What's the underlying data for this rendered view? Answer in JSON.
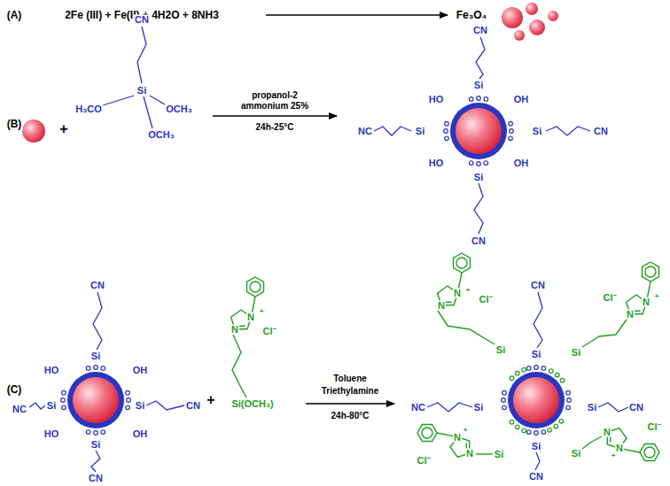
{
  "diagram": {
    "labels": [
      "(A)",
      "2Fe (III) + Fe(II) + 4H2O + 8NH3",
      "Fe₃O₄",
      "(B)",
      "+",
      "CN",
      "Si",
      "H₃CO",
      "OCH₃",
      "OCH₃",
      "propanol-2",
      "ammonium 25%",
      "24h-25°C",
      "CN",
      "Si",
      "HO",
      "OH",
      "NC",
      "Si",
      "Si",
      "CN",
      "HO",
      "OH",
      "Si",
      "CN",
      "(C)",
      "CN",
      "Si",
      "HO",
      "OH",
      "NC",
      "Si",
      "Si",
      "CN",
      "HO",
      "OH",
      "Si",
      "CN",
      "+",
      "N",
      "+",
      "N",
      "Cl⁻",
      "Si(OCH₃)",
      "Toluene",
      "Triethylamine",
      "24h-80°C",
      "CN",
      "Si",
      "NC",
      "Si",
      "Si",
      "CN",
      "Si",
      "CN",
      "N",
      "+",
      "N",
      "Cl⁻",
      "Si",
      "N",
      "+",
      "N",
      "Cl⁻",
      "Si",
      "N",
      "+",
      "N",
      "Cl⁻",
      "Si",
      "N",
      "+",
      "N",
      "Cl⁻",
      "Si"
    ]
  }
}
